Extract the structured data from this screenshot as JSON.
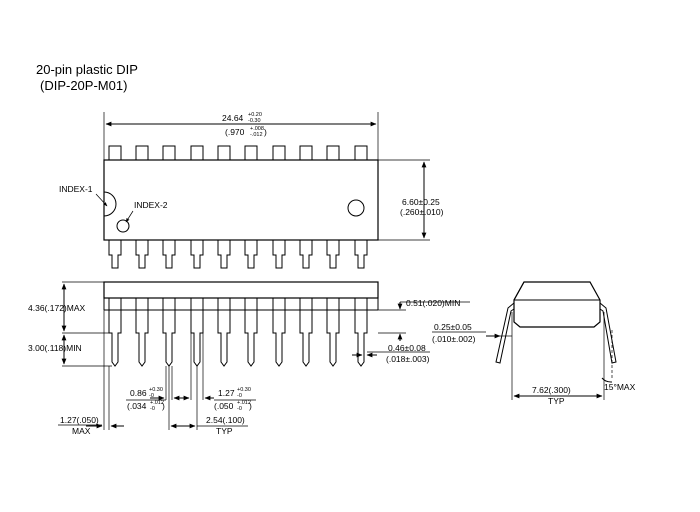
{
  "title": {
    "line1": "20-pin plastic DIP",
    "line2": "(DIP-20P-M01)"
  },
  "top_view": {
    "index1": "INDEX-1",
    "index2": "INDEX-2",
    "length_mm": "24.64",
    "length_mm_tol_plus": "+0.20",
    "length_mm_tol_minus": "-0.30",
    "length_in": "(.970",
    "length_in_tol_plus": "+.008",
    "length_in_tol_minus": "-.012",
    "length_in_close": ")",
    "width_mm": "6.60±0.25",
    "width_in": "(.260±.010)"
  },
  "side_view": {
    "height_max": "4.36(.172)MAX",
    "lead_min": "3.00(.118)MIN",
    "lead_width_mm": "0.86",
    "lead_width_mm_tol_plus": "+0.30",
    "lead_width_mm_tol_minus": "-0",
    "lead_width_in": "(.034",
    "lead_width_in_tol_plus": "+.012",
    "lead_width_in_tol_minus": "-0",
    "lead_width_in_close": ")",
    "shoulder_mm": "1.27",
    "shoulder_mm_tol_plus": "+0.30",
    "shoulder_mm_tol_minus": "-0",
    "shoulder_in": "(.050",
    "shoulder_in_tol_plus": "+.012",
    "shoulder_in_tol_minus": "-0",
    "shoulder_in_close": ")",
    "end_mm": "1.27(.050)",
    "end_max": "MAX",
    "pitch": "2.54(.100)",
    "pitch_typ": "TYP",
    "standoff": "0.51(.020)MIN",
    "lead_thick_mm": "0.46±0.08",
    "lead_thick_in": "(.018±.003)"
  },
  "end_view": {
    "thickness_mm": "0.25±0.05",
    "thickness_in": "(.010±.002)",
    "row_spacing": "7.62(.300)",
    "row_typ": "TYP",
    "angle": "15°MAX"
  }
}
